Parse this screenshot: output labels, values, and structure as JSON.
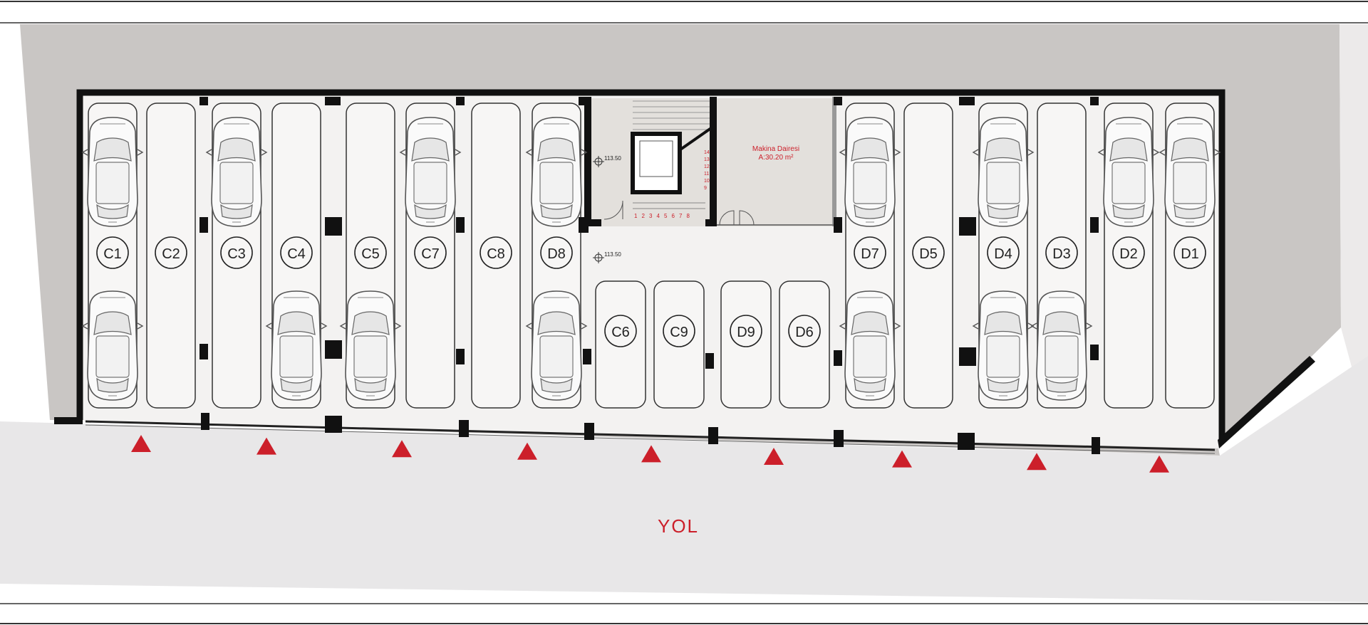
{
  "plan": {
    "road_label": "YOL",
    "machine_room": {
      "name": "Makina Dairesi",
      "area": "A:30.20 m²"
    },
    "levels": [
      "113.50",
      "113.50"
    ],
    "stair_steps_bottom": [
      "1",
      "2",
      "3",
      "4",
      "5",
      "6",
      "7",
      "8"
    ],
    "stair_steps_right": [
      "14",
      "13",
      "12",
      "11",
      "10",
      "9"
    ],
    "colors": {
      "accent_red": "#cc1f2a",
      "site_grey": "#c9c6c4",
      "road_grey": "#e8e7e8",
      "floor": "#f3f2f1",
      "room_fill": "#e3e0dc"
    }
  },
  "parking": {
    "left_spaces": [
      "C1",
      "C2",
      "C3",
      "C4",
      "C5",
      "C7",
      "C8",
      "D8"
    ],
    "right_spaces": [
      "D7",
      "D5",
      "D4",
      "D3",
      "D2",
      "D1"
    ],
    "center_spaces": [
      "C6",
      "C9",
      "D9",
      "D6"
    ]
  },
  "entrance_markers": 9
}
